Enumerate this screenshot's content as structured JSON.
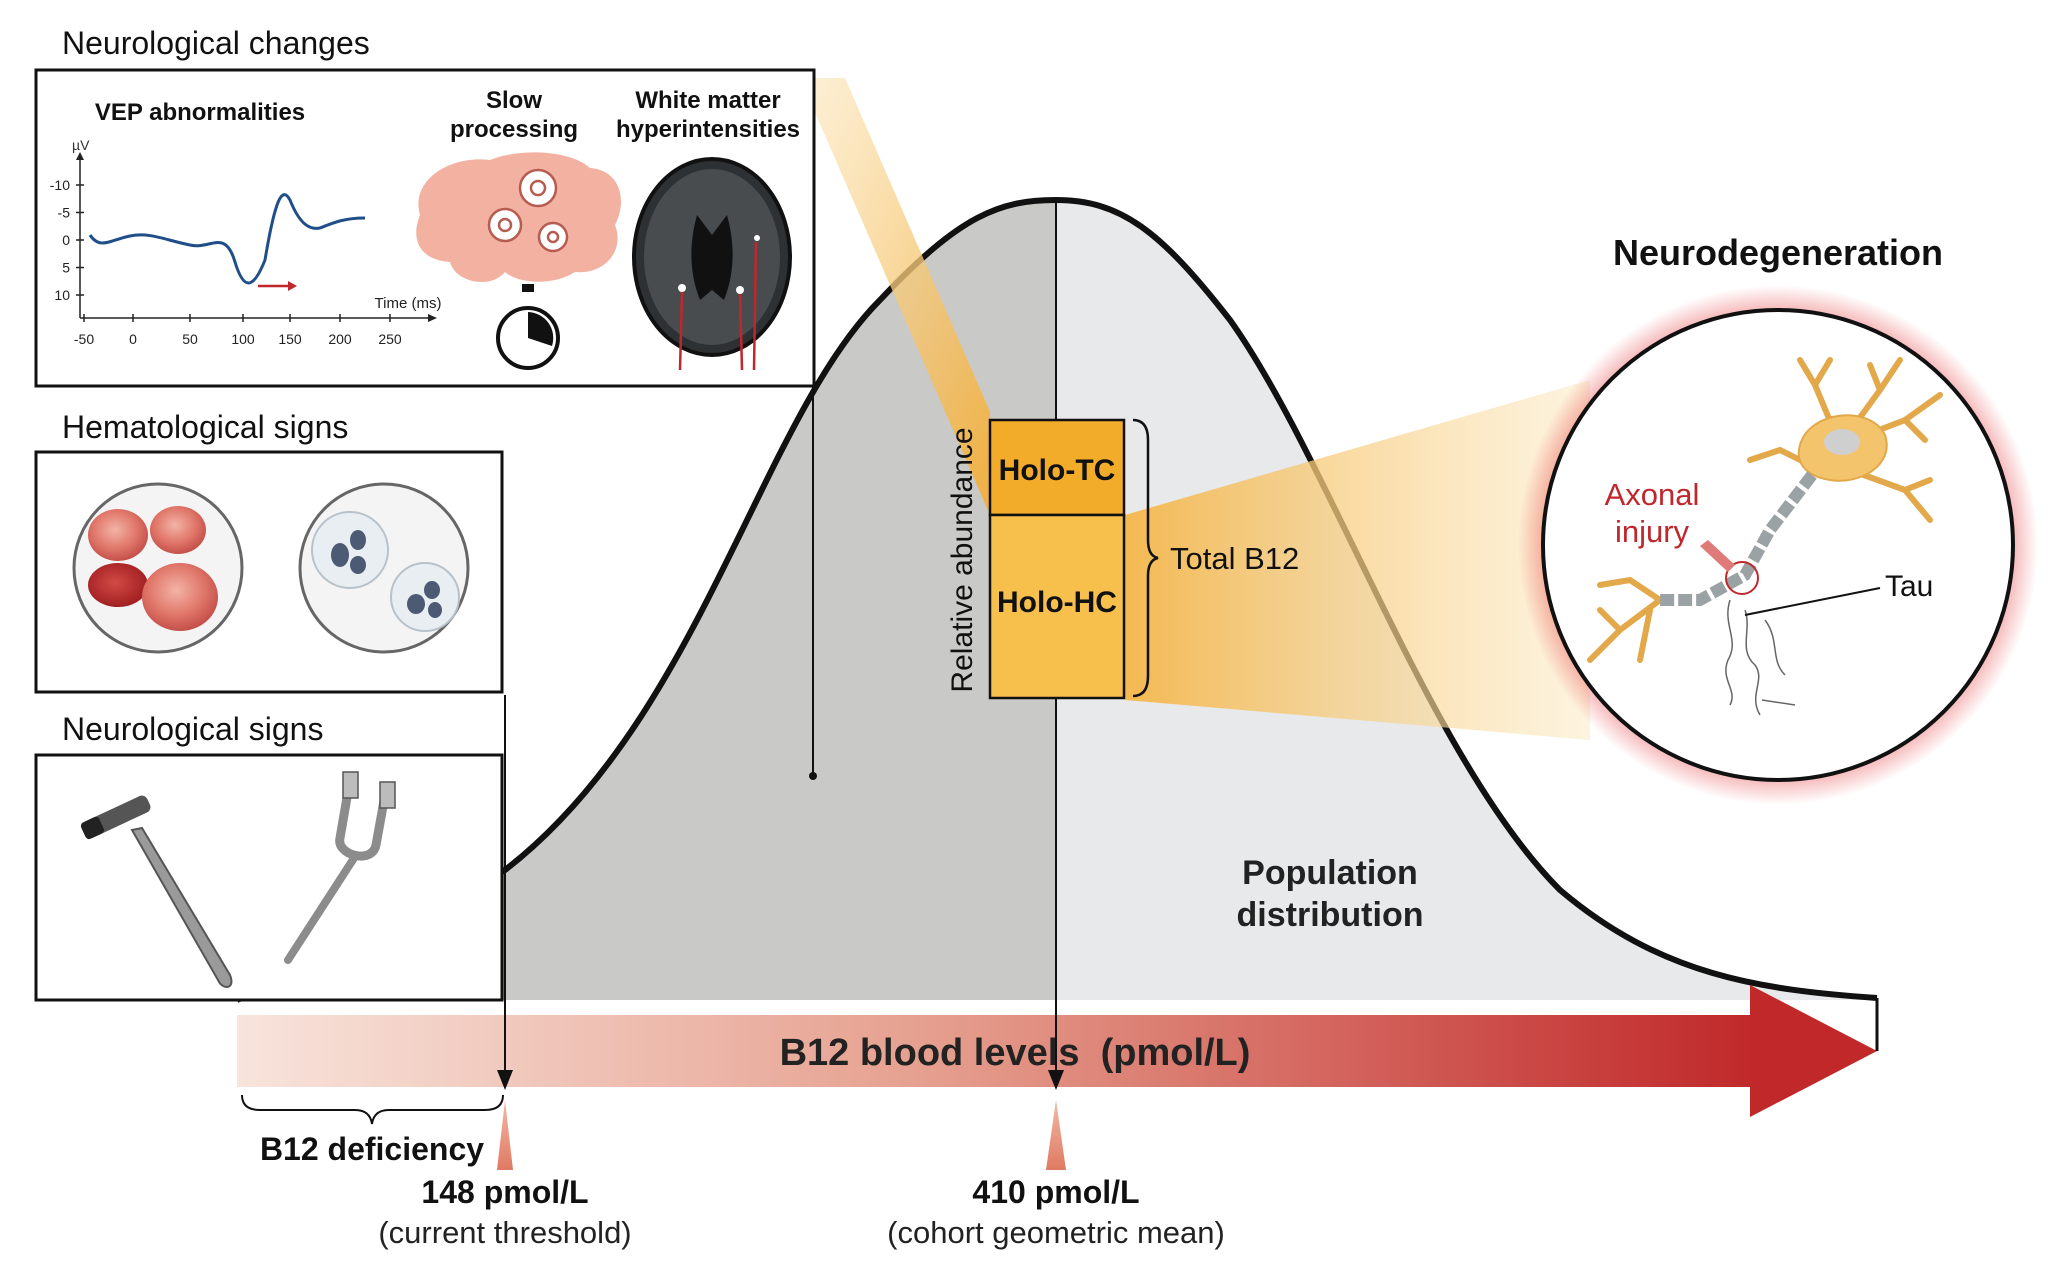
{
  "neuro_changes": {
    "title": "Neurological changes",
    "vep": {
      "title": "VEP abnormalities",
      "unit": "µV",
      "y_ticks": [
        "-10",
        "-5",
        "0",
        "5",
        "10"
      ],
      "x_ticks": [
        "-50",
        "0",
        "50",
        "100",
        "150",
        "200",
        "250"
      ],
      "x_label": "Time (ms)"
    },
    "slow_processing": "Slow processing",
    "slow_processing_lines": [
      "Slow",
      "processing"
    ],
    "white_matter_lines": [
      "White matter",
      "hyperintensities"
    ]
  },
  "hematological": {
    "title": "Hematological signs"
  },
  "neuro_signs": {
    "title": "Neurological signs"
  },
  "center": {
    "relative_abundance": "Relative abundance",
    "holo_tc": "Holo-TC",
    "holo_hc": "Holo-HC",
    "total_b12": "Total B12"
  },
  "neurodegeneration": {
    "title": "Neurodegeneration",
    "axonal_lines": [
      "Axonal",
      "injury"
    ],
    "tau": "Tau"
  },
  "population": {
    "lines": [
      "Population",
      "distribution"
    ]
  },
  "axis": {
    "title": "B12 blood levels  (pmol/L)"
  },
  "deficiency": {
    "label": "B12 deficiency"
  },
  "threshold": {
    "value": "148 pmol/L",
    "note": "(current threshold)"
  },
  "mean": {
    "value": "410 pmol/L",
    "note": "(cohort geometric mean)"
  },
  "colors": {
    "axis_gradient_start": "#f6dcd2",
    "axis_gradient_end": "#c62828",
    "holo_tc": "#f2ac2a",
    "holo_hc": "#f7c04d",
    "curve_fill_left": "#c9c9c7",
    "curve_fill_right": "#e7e9ea",
    "axonal_red": "#c0272d",
    "neuron": "#f3c46b"
  }
}
